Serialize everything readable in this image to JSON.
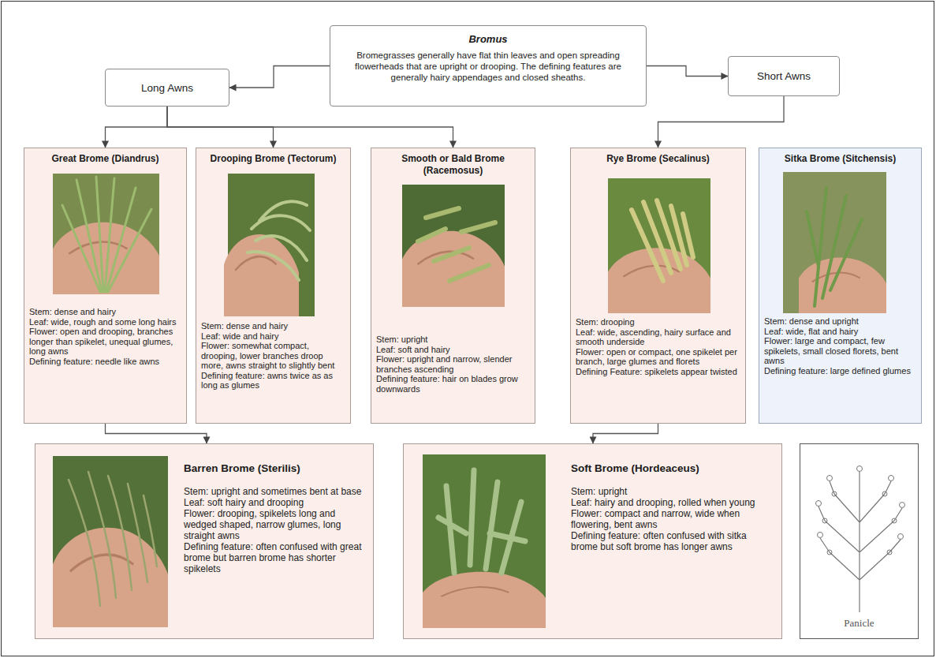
{
  "diagram": {
    "nodes": [
      {
        "text": [
          "Bromus",
          "Bromegrasses generally have flat thin leaves and open spreading flowerheads that are upright or drooping. The defining features are generally hairy appendages and closed sheaths."
        ]
      },
      {
        "text": [
          "Long Awns"
        ]
      },
      {
        "text": [
          "Short Awns"
        ]
      },
      {
        "text": [
          "Great Brome (Diandrus)",
          "Stem: dense and hairy",
          "Leaf: wide, rough and some long hairs",
          "Flower: open and drooping, branches longer than spikelet, unequal glumes, long awns",
          "Defining feature: needle like awns"
        ]
      },
      {
        "text": [
          "Drooping Brome (Tectorum)",
          "Stem: dense and hairy",
          "Leaf: wide and hairy",
          "Flower: somewhat compact, drooping, lower branches droop more, awns straight to slightly bent",
          "Defining feature: awns twice as as long as glumes"
        ]
      },
      {
        "text": [
          "Smooth or Bald Brome (Racemosus)",
          "Stem: upright",
          "Leaf: soft and hairy",
          "Flower: upright and narrow, slender branches ascending",
          "Defining feature: hair on blades grow downwards"
        ]
      },
      {
        "text": [
          "Rye Brome (Secalinus)",
          "Stem: drooping",
          "Leaf: wide, ascending, hairy surface and smooth underside",
          "Flower: open or compact, one spikelet per branch, large glumes and florets",
          "Defining Feature: spikelets appear twisted"
        ]
      },
      {
        "text": [
          "Sitka Brome (Sitchensis)",
          "Stem: dense and upright",
          "Leaf: wide, flat and hairy",
          "Flower: large and compact, few spikelets, small closed florets, bent awns",
          "Defining feature: large defined glumes"
        ]
      },
      {
        "text": [
          "Barren Brome (Sterilis)",
          "Stem: upright and sometimes bent at base",
          "Leaf: soft hairy and drooping",
          "Flower: drooping, spikelets long and wedged shaped, narrow glumes, long straight awns",
          "Defining feature: often confused with great brome but barren brome has shorter spikelets"
        ]
      },
      {
        "text": [
          "Soft Brome (Hordeaceus)",
          "Stem: upright",
          "Leaf: hairy and drooping, rolled when young",
          "Flower: compact and narrow, wide when flowering, bent awns",
          "Defining feature: often confused with sitka brome but soft brome has longer awns"
        ]
      },
      {
        "text": [
          "Panicle"
        ]
      }
    ],
    "edges": [
      {
        "from": 0,
        "to": 1,
        "arrow": "to"
      },
      {
        "from": 0,
        "to": 2,
        "arrow": "to"
      },
      {
        "from": 1,
        "to": 3,
        "arrow": "to"
      },
      {
        "from": 1,
        "to": 4,
        "arrow": "to"
      },
      {
        "from": 1,
        "to": 5,
        "arrow": "to"
      },
      {
        "from": 2,
        "to": 6,
        "arrow": "to"
      },
      {
        "from": 3,
        "to": 8,
        "arrow": "to"
      },
      {
        "from": 6,
        "to": 9,
        "arrow": "to"
      }
    ]
  }
}
